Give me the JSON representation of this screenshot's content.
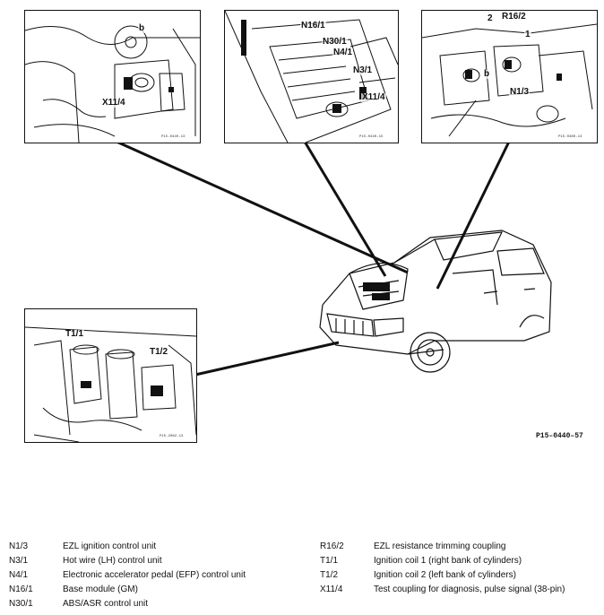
{
  "figure_code": "P15–0440–57",
  "panels": {
    "top_left": {
      "callouts": [
        "b",
        "X11/4"
      ],
      "ref": "P15-0440-13"
    },
    "top_middle": {
      "callouts": [
        "N16/1",
        "N30/1",
        "N4/1",
        "N3/1",
        "X11/4"
      ],
      "ref": "P15-0440-15"
    },
    "top_right": {
      "callouts": [
        "2",
        "R16/2",
        "1",
        "b",
        "N1/3"
      ],
      "ref": "P15-0380-13"
    },
    "bottom_left": {
      "callouts": [
        "T1/1",
        "T1/2"
      ],
      "ref": "P15-2062-13"
    }
  },
  "legend": {
    "left": [
      {
        "code": "N1/3",
        "desc": "EZL ignition control unit"
      },
      {
        "code": "N3/1",
        "desc": "Hot wire (LH) control unit"
      },
      {
        "code": "N4/1",
        "desc": "Electronic accelerator pedal (EFP) control unit"
      },
      {
        "code": "N16/1",
        "desc": "Base module (GM)"
      },
      {
        "code": "N30/1",
        "desc": "ABS/ASR control unit"
      }
    ],
    "right": [
      {
        "code": "R16/2",
        "desc": "EZL resistance trimming coupling"
      },
      {
        "code": "T1/1",
        "desc": "Ignition coil 1 (right bank of cylinders)"
      },
      {
        "code": "T1/2",
        "desc": "Ignition coil 2 (left bank of cylinders)"
      },
      {
        "code": "X11/4",
        "desc": "Test coupling for diagnosis, pulse signal (38-pin)"
      }
    ]
  }
}
